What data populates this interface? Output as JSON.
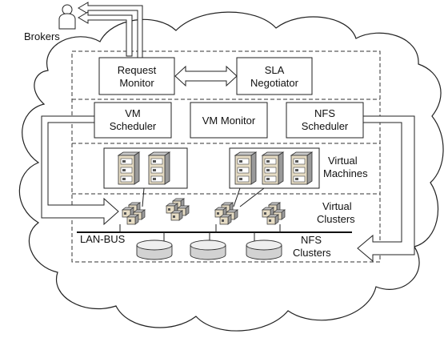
{
  "labels": {
    "brokers": "Brokers",
    "request_monitor": [
      "Request",
      "Monitor"
    ],
    "sla_negotiator": [
      "SLA",
      "Negotiator"
    ],
    "vm_scheduler": [
      "VM",
      "Scheduler"
    ],
    "vm_monitor": "VM Monitor",
    "nfs_scheduler": [
      "NFS",
      "Scheduler"
    ],
    "virtual_machines": [
      "Virtual",
      "Machines"
    ],
    "virtual_clusters": [
      "Virtual",
      "Clusters"
    ],
    "lan_bus": "LAN-BUS",
    "nfs_clusters": [
      "NFS",
      "Clusters"
    ]
  },
  "icons": {
    "person": "person-icon",
    "server_rack": "server-rack-icon",
    "server_cluster": "server-cluster-icon",
    "storage_disk": "storage-disk-icon"
  },
  "colors": {
    "line": "#222222",
    "rack_tan": "#e6dcc4",
    "rack_gray": "#c8c8c8",
    "disk": "#d2d2d2"
  }
}
